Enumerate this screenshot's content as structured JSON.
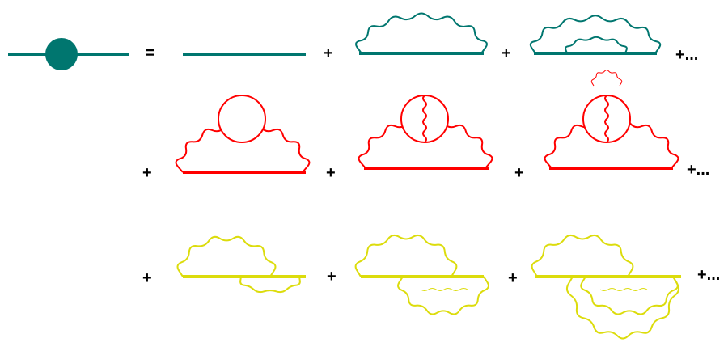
{
  "colors": {
    "teal": "#00766f",
    "red": "#ff0000",
    "yellow": "#dcdc0c",
    "operator": "#000000",
    "background": "#ffffff"
  },
  "equation": {
    "equals": "=",
    "plus": "+",
    "continuation": "+..."
  },
  "rows": [
    {
      "color": "teal",
      "diagrams": [
        "bare-propagator",
        "one-loop-wavy",
        "two-loop-nested-wavy"
      ]
    },
    {
      "color": "red",
      "diagrams": [
        "loop-with-bubble",
        "bubble-with-internal-wavy",
        "bubble-with-internal-wavy-and-tadpole"
      ]
    },
    {
      "color": "yellow",
      "diagrams": [
        "crossed-wavy",
        "crossed-wavy-overlapping",
        "crossed-wavy-double-overlapping"
      ]
    }
  ]
}
